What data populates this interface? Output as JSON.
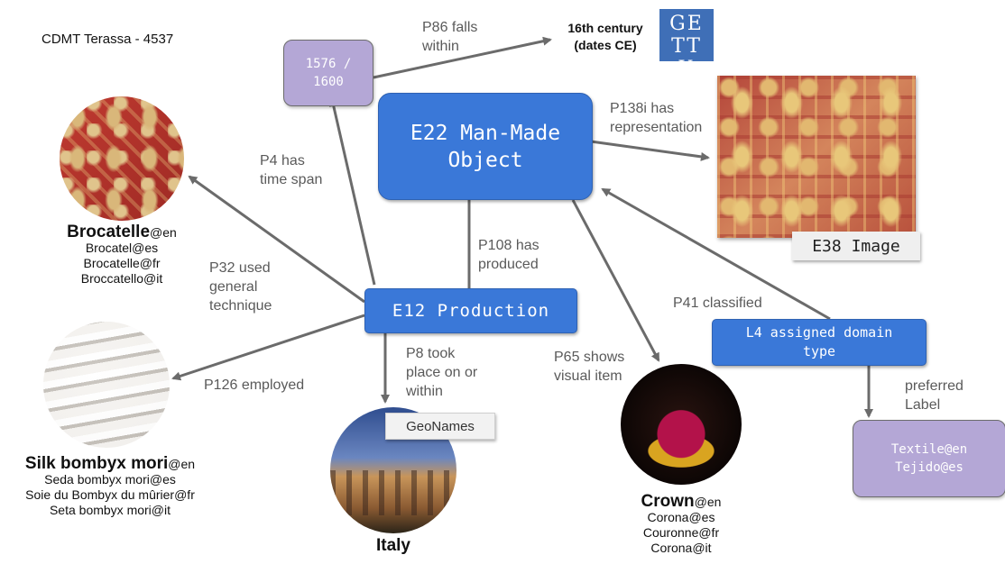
{
  "doc_title": "CDMT Terassa - 4537",
  "nodes": {
    "object": "E22 Man-Made Object",
    "production": "E12 Production",
    "timespan": "1576 / 1600",
    "domain_type": "L4 assigned domain type",
    "label_box": "Textile@en\nTejido@es",
    "image_label": "E38 Image",
    "getty_text": "16th century\n(dates CE)",
    "getty_logo": "GETTY",
    "geonames_logo": "GeoNames"
  },
  "edges": {
    "p86": "P86 falls\nwithin",
    "p4": "P4 has\ntime span",
    "p138i": "P138i has\nrepresentation",
    "p108": "P108 has\nproduced",
    "p32": "P32 used\ngeneral\ntechnique",
    "p126": "P126 employed",
    "p8": "P8 took\nplace on or\nwithin",
    "p65": "P65 shows\nvisual item",
    "p41": "P41 classified",
    "preferred": "preferred\nLabel"
  },
  "concepts": {
    "brocatelle": {
      "main": "Brocatelle",
      "tag": "@en",
      "alts": [
        "Brocatel@es",
        "Brocatelle@fr",
        "Broccatello@it"
      ]
    },
    "silk": {
      "main": "Silk bombyx mori",
      "tag": "@en",
      "alts": [
        "Seda bombyx mori@es",
        "Soie du Bombyx du mûrier@fr",
        "Seta bombyx mori@it"
      ]
    },
    "italy": {
      "main": "Italy"
    },
    "crown": {
      "main": "Crown",
      "tag": "@en",
      "alts": [
        "Corona@es",
        "Couronne@fr",
        "Corona@it"
      ]
    }
  },
  "colors": {
    "blue_node": "#3a78d8",
    "purple_node": "#b4a7d6",
    "arrow": "#6b6b6b"
  }
}
